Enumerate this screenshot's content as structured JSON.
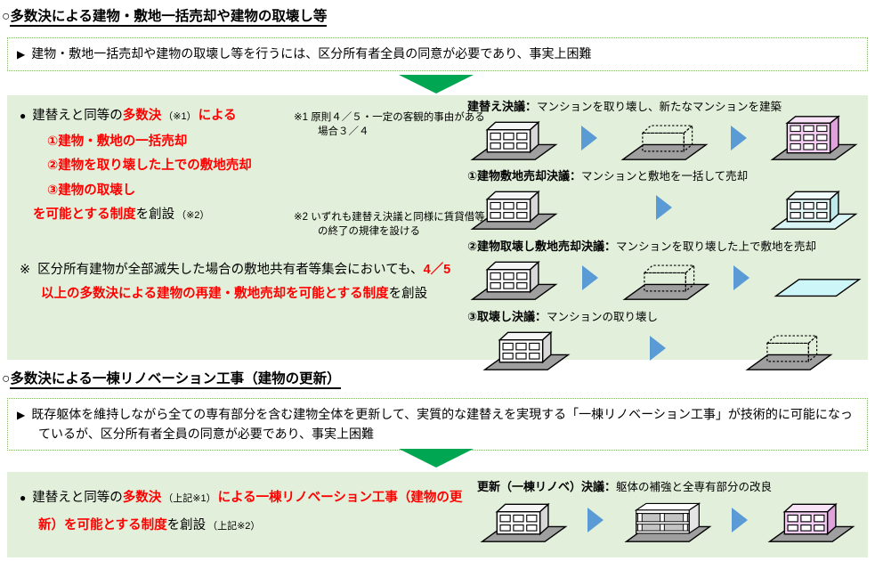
{
  "colors": {
    "panel_green": "#e2efda",
    "arrow_green": "#00a651",
    "dotted_border": "#86b86a",
    "emphasis_red": "#ff0000",
    "arrow_blue": "#5b9bd5"
  },
  "icons": {
    "marker_problem": "▶",
    "marker_bullet": "●",
    "marker_note": "※",
    "down_arrow": "green-down-triangle",
    "flow_arrow": "blue-right-triangle",
    "building_existing": "white-building-on-gray-lot",
    "building_demolished": "dashed-outline-on-gray-lot",
    "building_new": "pink-tall-building-on-gray-lot",
    "building_sold": "cyan-building-on-cyan-lot",
    "land_sold": "empty-cyan-lot",
    "building_frame": "skeleton-frame-building-on-gray-lot",
    "building_renovated": "pink-building-on-gray-lot"
  },
  "section1": {
    "heading_marker": "○",
    "heading": "多数決による建物・敷地一括売却や建物の取壊し等",
    "problem": "建物・敷地一括売却や建物の取壊し等を行うには、区分所有者全員の同意が必要であり、事実上困難",
    "proposal": {
      "lead_black": "建替えと同等の",
      "lead_red": "多数決",
      "note1_ref": "（※1）",
      "lead_red2": "による",
      "items": [
        "①建物・敷地の一括売却",
        "②建物を取り壊した上での敷地売却",
        "③建物の取壊し"
      ],
      "tail_red": "を可能とする制度",
      "tail_black": "を創設",
      "note2_ref": "（※2）"
    },
    "notes": {
      "note1": "※1 原則４／５・一定の客観的事由がある場合３／４",
      "note2": "※2 いずれも建替え決議と同様に賃貸借等の終了の規律を設ける"
    },
    "supplement": {
      "marker": "※",
      "black1": "区分所有建物が全部滅失した場合の敷地共有者等集会においても、",
      "red": "4／5以上の多数決による建物の再建・敷地売却を可能とする制度",
      "black2": "を創設"
    },
    "diagram_rows": [
      {
        "title": "建替え決議：",
        "desc": "マンションを取り壊し、新たなマンションを建築"
      },
      {
        "title": "①建物敷地売却決議：",
        "desc": "マンションと敷地を一括して売却"
      },
      {
        "title": "②建物取壊し敷地売却決議：",
        "desc": "マンションを取り壊した上で敷地を売却"
      },
      {
        "title": "③取壊し決議：",
        "desc": "マンションの取り壊し"
      }
    ]
  },
  "section2": {
    "heading_marker": "○",
    "heading": "多数決による一棟リノベーション工事（建物の更新）",
    "problem": "既存躯体を維持しながら全ての専有部分を含む建物全体を更新して、実質的な建替えを実現する「一棟リノベーション工事」が技術的に可能になっているが、区分所有者全員の同意が必要であり、事実上困難",
    "proposal": {
      "lead_black": "建替えと同等の",
      "lead_red": "多数決",
      "note1_ref": "（上記※1）",
      "red_body": "による一棟リノベーション工事（建物の更新）を可能とする制度",
      "tail_black": "を創設",
      "note2_ref": "（上記※2）"
    },
    "diagram": {
      "title": "更新（一棟リノベ）決議：",
      "desc": "躯体の補強と全専有部分の改良"
    }
  }
}
